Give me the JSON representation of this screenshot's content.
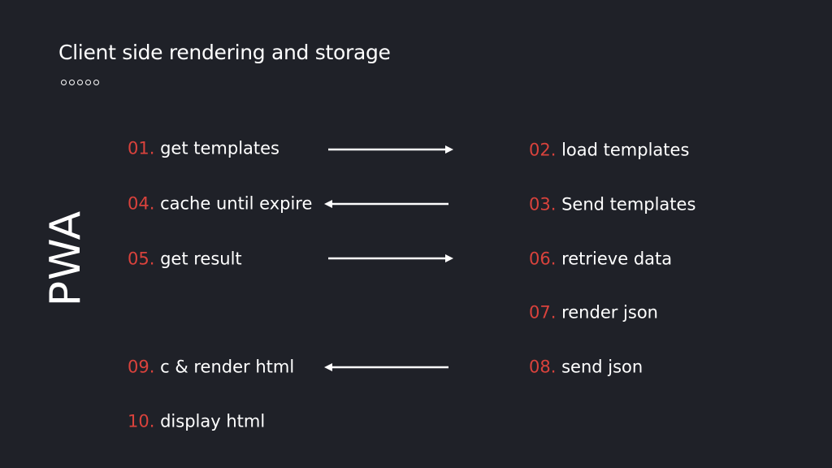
{
  "slide": {
    "title": "Client side rendering and storage",
    "side_label": "PWA",
    "dot_count": 5
  },
  "colors": {
    "background": "#1f2128",
    "text": "#ffffff",
    "accent": "#d9423c",
    "arrow": "#ffffff"
  },
  "left_steps": [
    {
      "num": "01.",
      "label": "get templates"
    },
    {
      "num": "04.",
      "label": "cache until expire"
    },
    {
      "num": "05.",
      "label": "get result"
    },
    {
      "num": "09.",
      "label": "c & render html"
    },
    {
      "num": "10.",
      "label": "display html"
    }
  ],
  "right_steps": [
    {
      "num": "02.",
      "label": "load templates"
    },
    {
      "num": "03.",
      "label": "Send templates"
    },
    {
      "num": "06.",
      "label": "retrieve data"
    },
    {
      "num": "07.",
      "label": "render json"
    },
    {
      "num": "08.",
      "label": "send json"
    }
  ],
  "arrows": [
    {
      "direction": "right",
      "from": "01.",
      "to": "02."
    },
    {
      "direction": "left",
      "from": "03.",
      "to": "04."
    },
    {
      "direction": "right",
      "from": "05.",
      "to": "06."
    },
    {
      "direction": "left",
      "from": "08.",
      "to": "09."
    }
  ]
}
